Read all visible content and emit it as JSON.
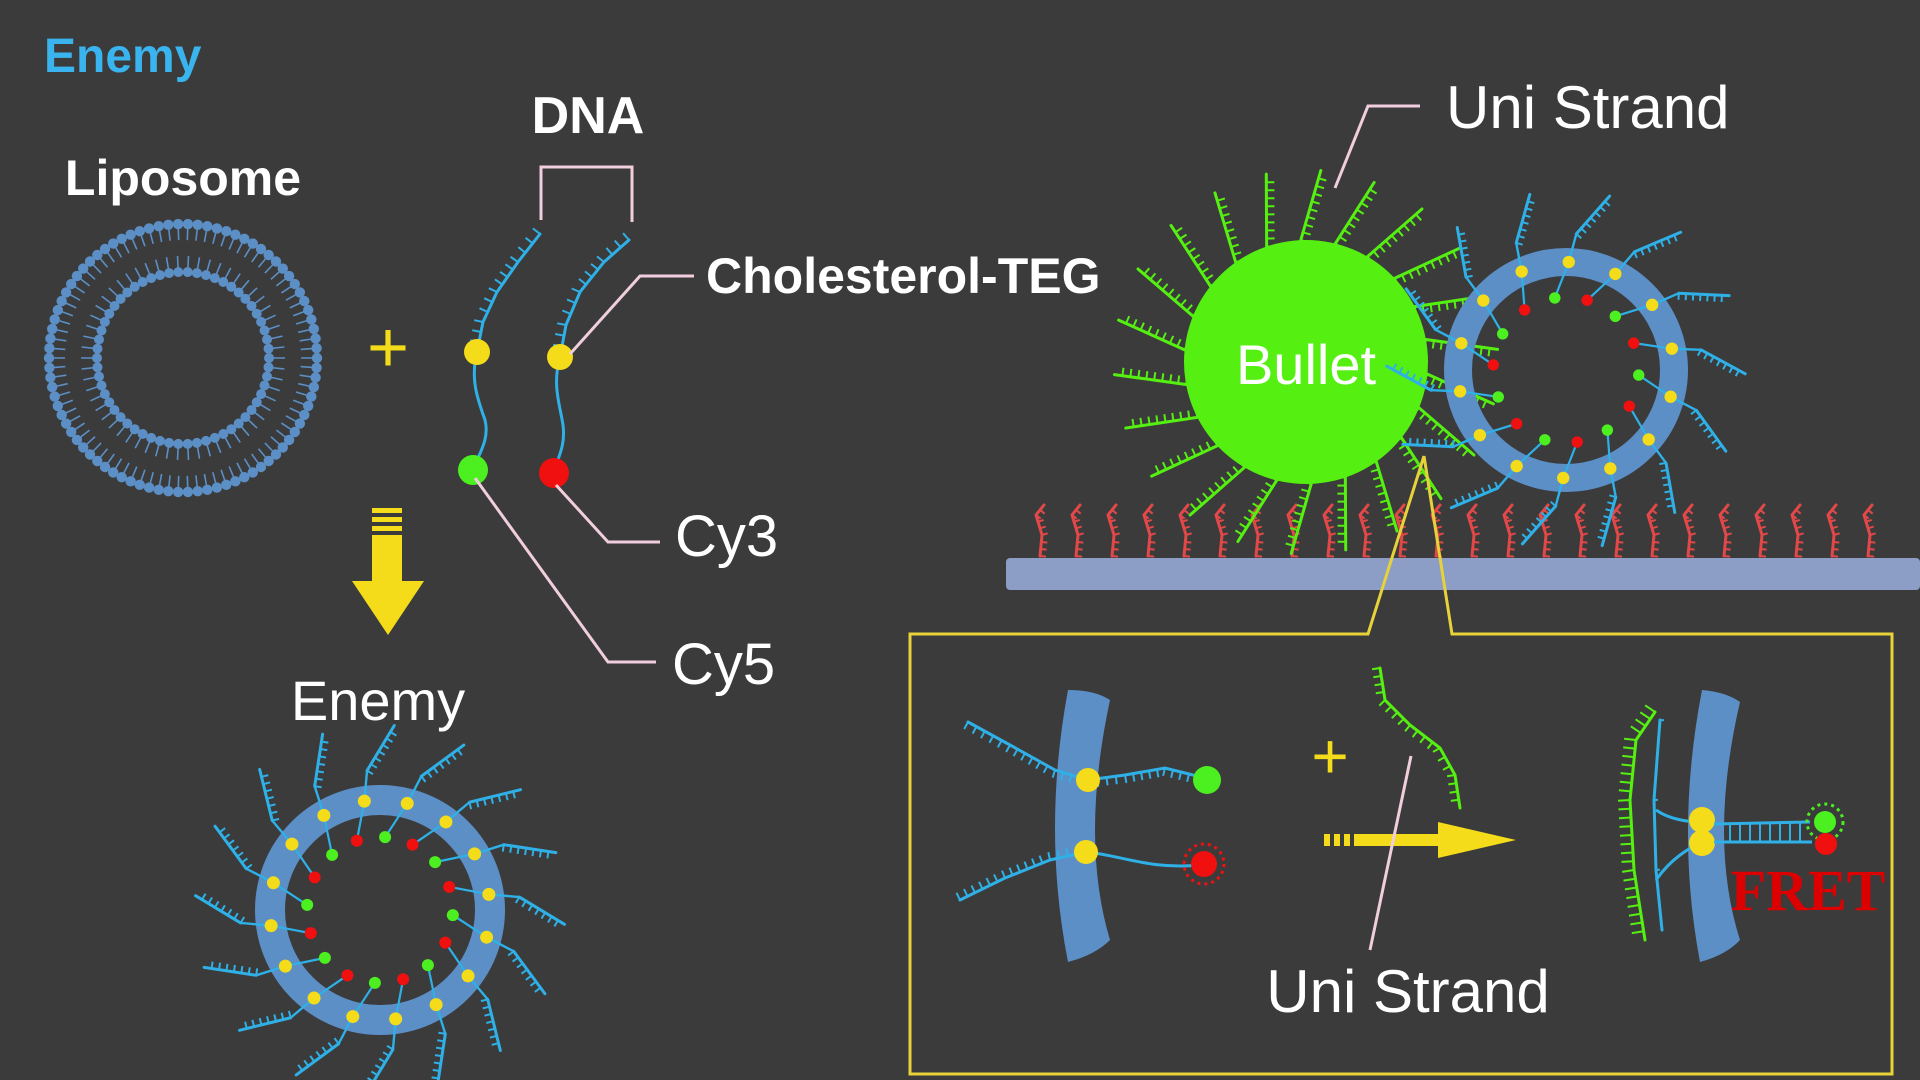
{
  "heading": "Enemy",
  "labels": {
    "liposome": "Liposome",
    "plus": "+",
    "dna": "DNA",
    "cholesterol_teg": "Cholesterol-TEG",
    "cy3": "Cy3",
    "cy5": "Cy5",
    "enemy": "Enemy",
    "bullet": "Bullet",
    "uni_strand_top": "Uni Strand",
    "uni_strand_inset": "Uni Strand",
    "fret": "FRET"
  },
  "colors": {
    "background": "#3b3b3b",
    "heading": "#3ab4ee",
    "liposome": "#5b8fc6",
    "dna_strand": "#2fb0e6",
    "cholesterol": "#f5dc1a",
    "cy3": "#f01010",
    "cy5": "#4cf020",
    "bullet": "#55f011",
    "surface_strand": "#e24848",
    "surface": "#8c9dc6",
    "callout_line": "#f0cede",
    "arrow": "#f5dc1a",
    "inset_border": "#e8d23a",
    "fret_text": "#dd0000"
  }
}
